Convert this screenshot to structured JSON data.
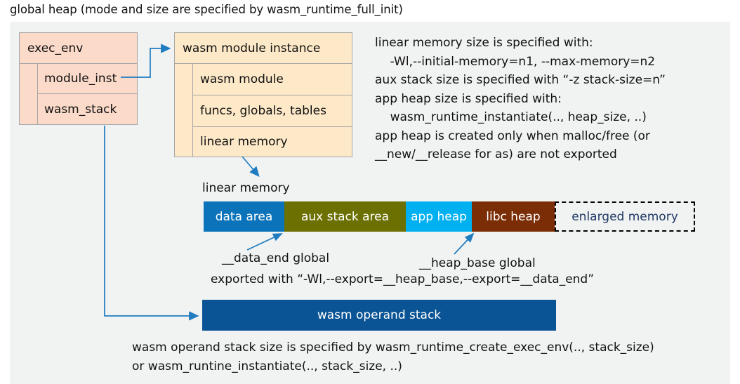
{
  "title": "global heap (mode and size are specified by wasm_runtime_full_init)",
  "exec_env": {
    "header": "exec_env",
    "rows": [
      {
        "label": "module_inst"
      },
      {
        "label": "wasm_stack"
      }
    ]
  },
  "module_instance": {
    "header": "wasm module instance",
    "rows": [
      {
        "label": "wasm module"
      },
      {
        "label": "funcs, globals, tables"
      },
      {
        "label": "linear memory"
      }
    ]
  },
  "notes": "linear memory size is specified with:\n    -Wl,--initial-memory=n1, --max-memory=n2\naux stack size is specified with “-z stack-size=n”\napp heap size is specified with:\n    wasm_runtime_instantiate(.., heap_size, ..)\napp heap is created only when malloc/free (or\n__new/__release for as) are not exported",
  "linear_memory": {
    "caption": "linear memory",
    "segments": [
      {
        "label": "data area",
        "color": "#0b73ba"
      },
      {
        "label": "aux stack area",
        "color": "#6b7000"
      },
      {
        "label": "app heap",
        "color": "#00b0f0"
      },
      {
        "label": "libc heap",
        "color": "#7b2d06"
      },
      {
        "label": "enlarged memory",
        "color": "#f1f2f2"
      }
    ]
  },
  "annotations": {
    "data_end": "__data_end global",
    "heap_base": "__heap_base global",
    "export_note": "exported with “-Wl,--export=__heap_base,--export=__data_end”"
  },
  "operand_stack": {
    "label": "wasm operand stack",
    "color": "#0a5394"
  },
  "bottom_notes": "wasm operand stack size is specified by wasm_runtime_create_exec_env(.., stack_size)\nor wasm_runtine_instantiate(.., stack_size, ..)",
  "colors": {
    "canvas": "#f1f2f2",
    "exec_env_fill": "#fbdac9",
    "module_fill": "#fde9c8",
    "connector": "#1f7cc0",
    "enlarged_text": "#1f3864"
  }
}
